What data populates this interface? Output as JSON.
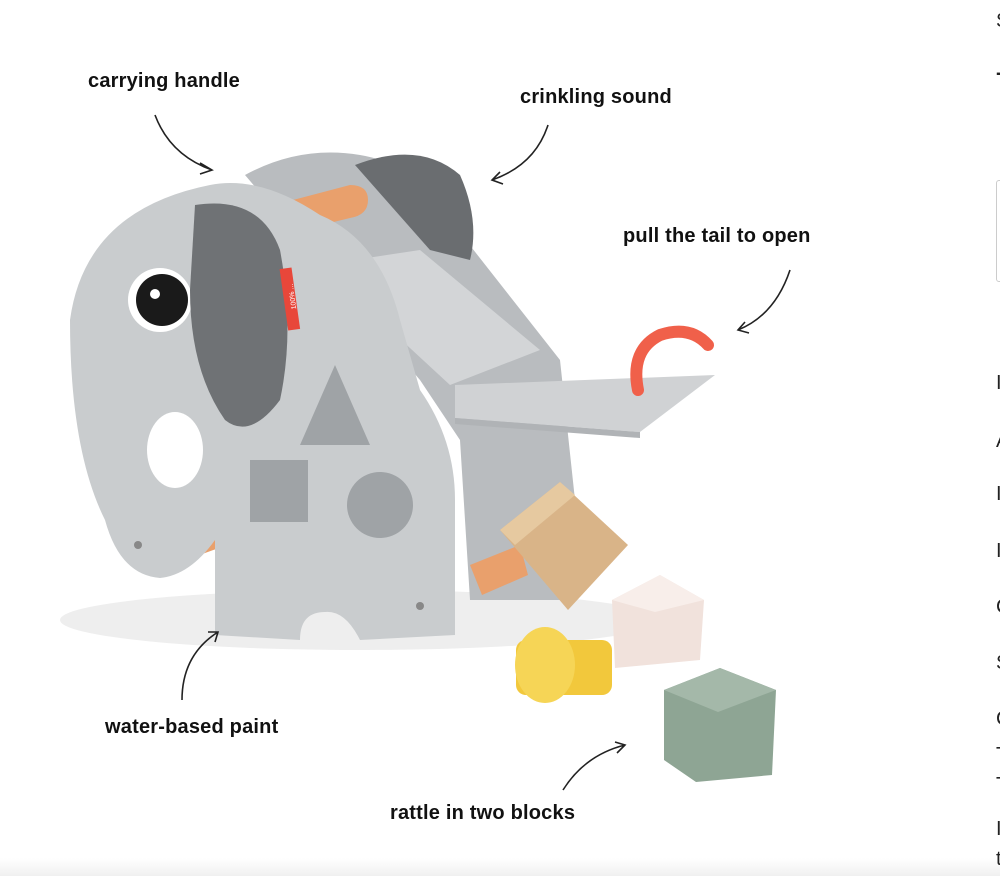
{
  "annotations": {
    "carrying_handle": "carrying handle",
    "crinkling_sound": "crinkling sound",
    "pull_tail": "pull the tail to open",
    "water_paint": "water-based paint",
    "rattle_blocks": "rattle in two blocks"
  },
  "tag_text": "100% ...",
  "right_column_fragments": [
    "S",
    "-",
    "I",
    "A",
    "I",
    "I",
    "C",
    "S",
    "C",
    "T",
    "T",
    "I",
    "t"
  ],
  "colors": {
    "body": "#c9ccce",
    "ear": "#6f7275",
    "handle": "#e9a06c",
    "tail": "#f0604a",
    "yellow": "#f2c83c",
    "pink": "#f1e2dc",
    "green": "#8ea594",
    "wood": "#d9b488"
  }
}
